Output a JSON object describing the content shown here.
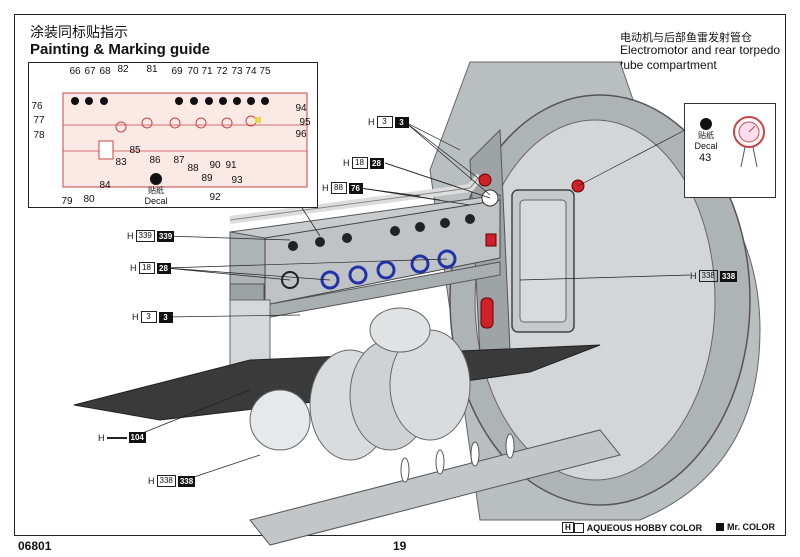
{
  "header": {
    "title_cn": "涂装同标贴指示",
    "title_en": "Painting & Marking guide",
    "section_cn": "电动机与后部鱼雷发射管仓",
    "section_en_line1": "Electromotor and rear torpedo",
    "section_en_line2": "tube compartment"
  },
  "guide": {
    "top_numbers": [
      "66",
      "67",
      "68",
      "82",
      "81",
      "69",
      "70",
      "71",
      "72",
      "73",
      "74",
      "75"
    ],
    "left_numbers": [
      "76",
      "77",
      "78"
    ],
    "right_numbers": [
      "94",
      "95",
      "96"
    ],
    "bottom_numbers": [
      "79",
      "80",
      "83",
      "84",
      "85",
      "86",
      "87",
      "88",
      "89",
      "90",
      "91",
      "92",
      "93"
    ],
    "decal_cn": "贴纸",
    "decal_en": "Decal"
  },
  "decal_callout": {
    "cn": "贴纸",
    "en": "Decal",
    "number": "43"
  },
  "callouts": [
    {
      "h": "H",
      "box": "3",
      "blk": "3"
    },
    {
      "h": "H",
      "box": "18",
      "blk": "28"
    },
    {
      "h": "H",
      "box": "88",
      "blk": "76"
    },
    {
      "h": "H",
      "box": "339",
      "blk": "339"
    },
    {
      "h": "H",
      "box": "18",
      "blk": "28"
    },
    {
      "h": "H",
      "box": "3",
      "blk": "3"
    },
    {
      "h": "H",
      "box": "338",
      "blk": "338"
    },
    {
      "h": "H",
      "box": "",
      "blk": "104"
    },
    {
      "h": "H",
      "box": "338",
      "blk": "338"
    }
  ],
  "legend": {
    "aqueous_icon": "H",
    "aqueous_label": "AQUEOUS HOBBY COLOR",
    "mr_label": "Mr. COLOR"
  },
  "footer": {
    "code": "06801",
    "page": "19"
  },
  "colors": {
    "hull_grey": "#b9bec1",
    "panel_grey": "#c9cdcf",
    "deck_dark": "#3a3a3a",
    "accent_red": "#d0202a",
    "wheel_blue": "#2233aa"
  }
}
